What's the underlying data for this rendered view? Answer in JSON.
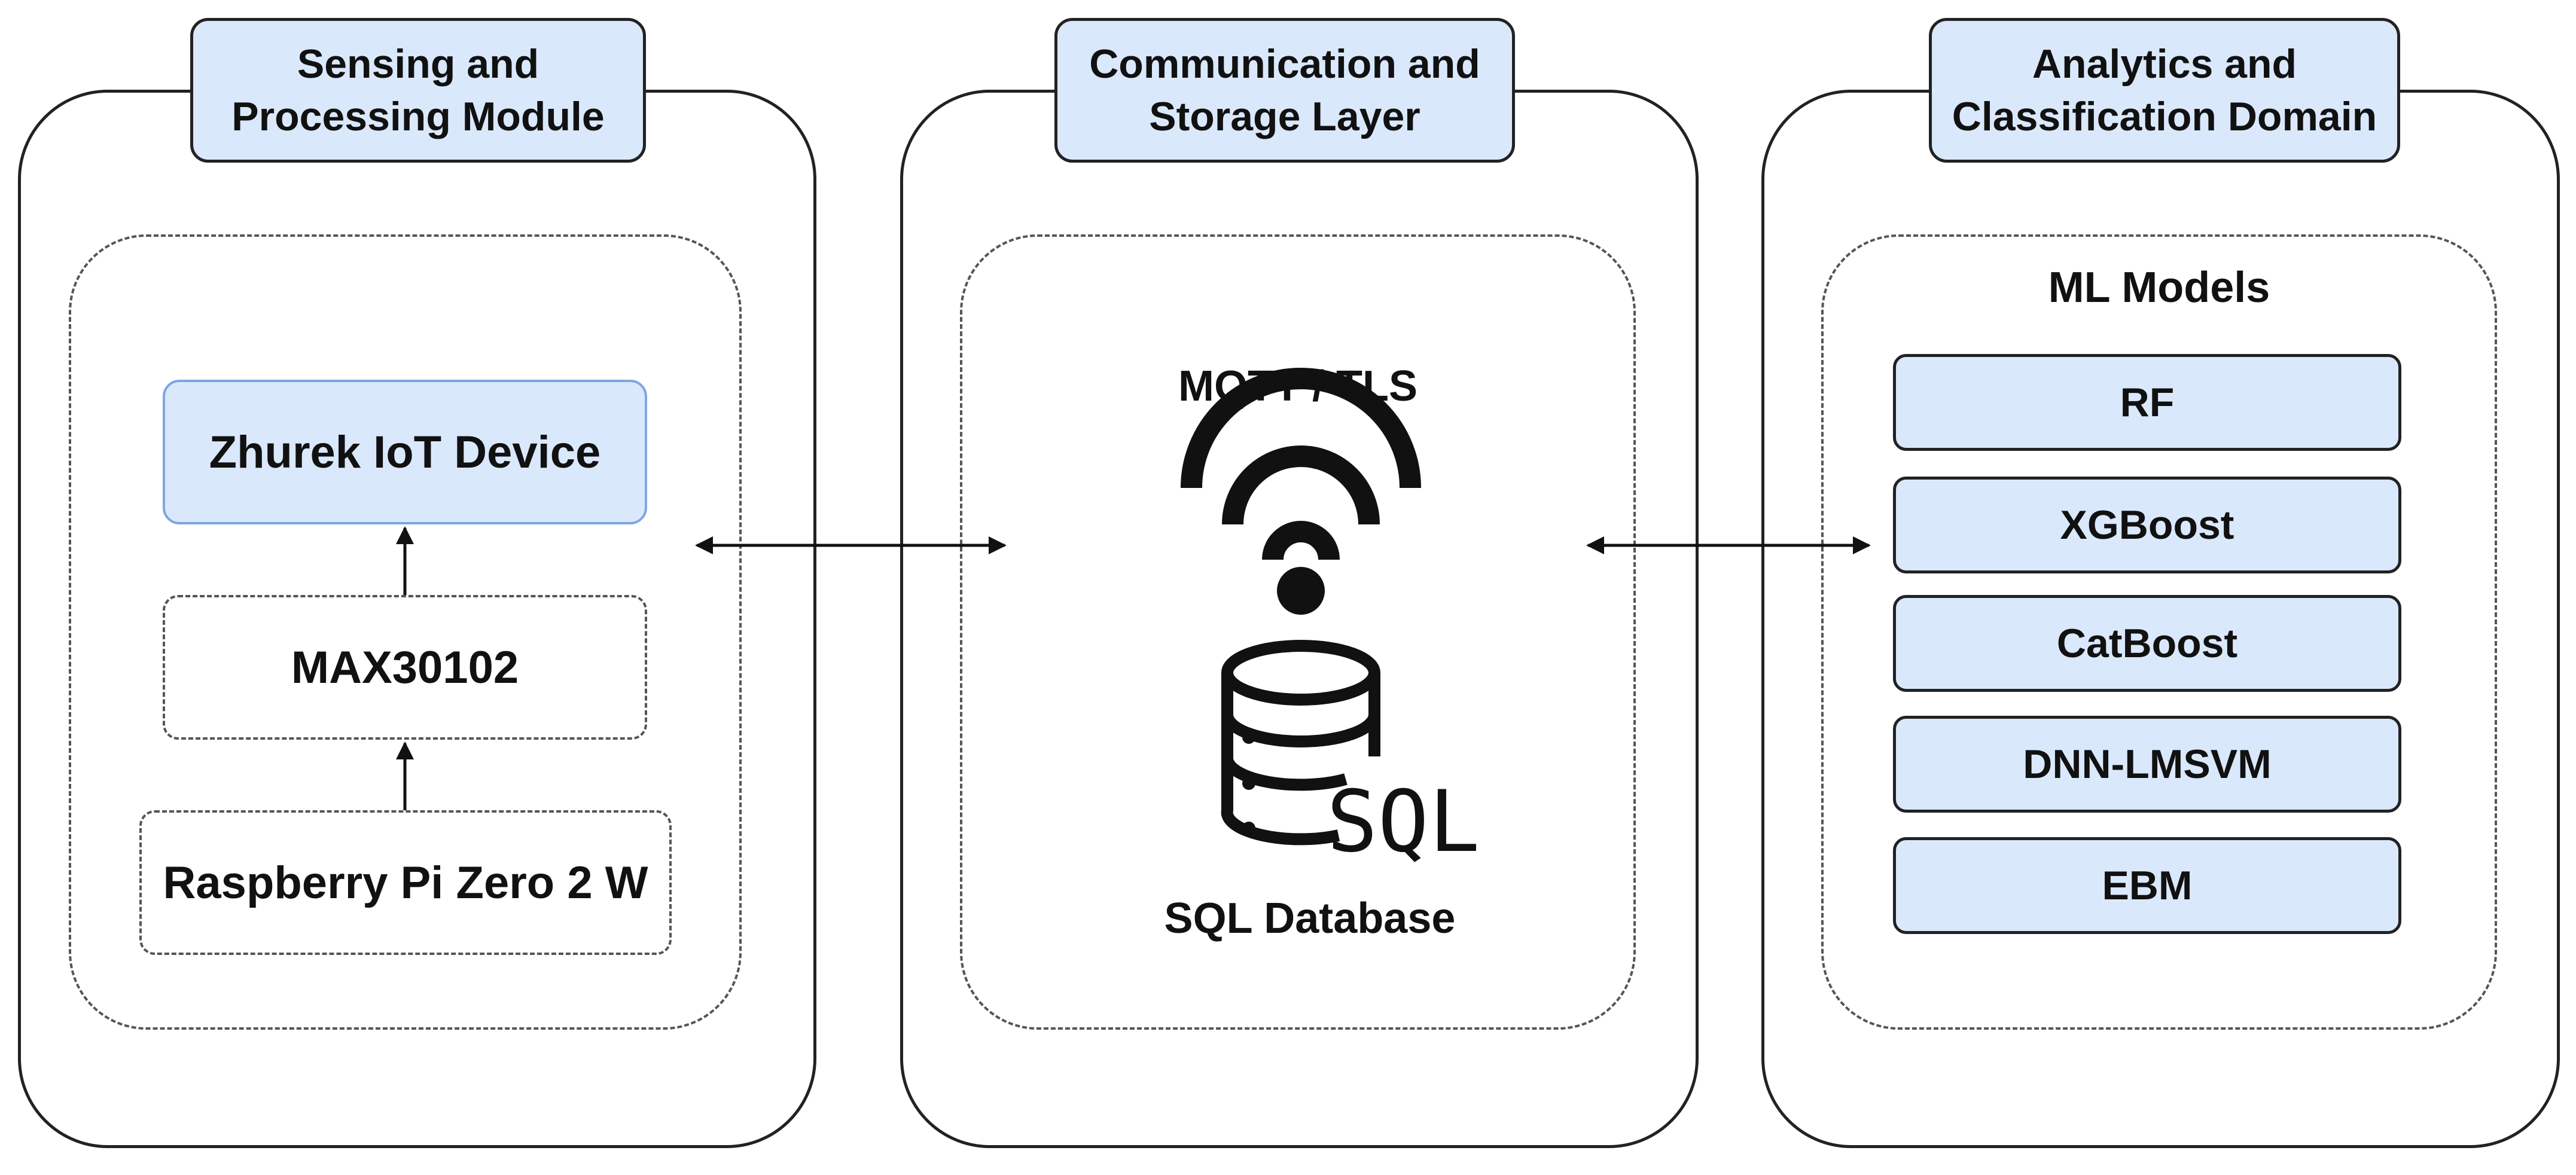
{
  "modules": {
    "sensing": {
      "title": "Sensing and\nProcessing Module",
      "device": "Zhurek IoT Device",
      "sensor": "MAX30102",
      "board": "Raspberry Pi Zero 2 W"
    },
    "communication": {
      "title": "Communication and\nStorage Layer",
      "protocol": "MQTT / TLS",
      "sql_text": "SQL",
      "database": "SQL Database"
    },
    "analytics": {
      "title": "Analytics and\nClassification Domain",
      "models_heading": "ML Models",
      "models": [
        "RF",
        "XGBoost",
        "CatBoost",
        "DNN-LMSVM",
        "EBM"
      ]
    }
  },
  "icons": {
    "wifi": "wifi-icon",
    "database": "database-icon"
  },
  "colors": {
    "box_fill": "#dae8fc",
    "device_border": "#7ea6e0",
    "stroke": "#222222"
  }
}
